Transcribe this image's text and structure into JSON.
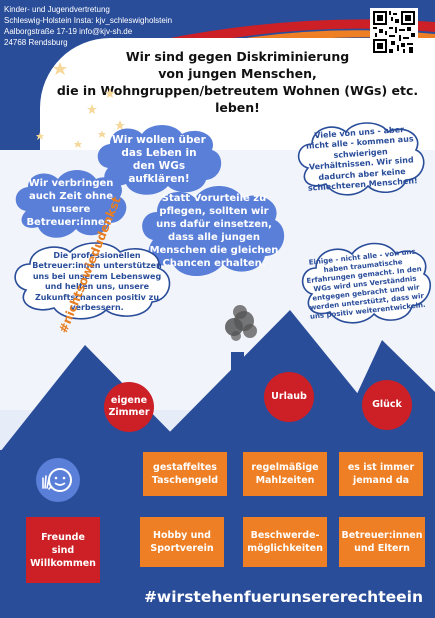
{
  "org": {
    "line1": "Kinder- und Jugendvertretung",
    "line2": "Schleswig-Holstein    Insta: kjv_schleswigholstein",
    "line3": "Aalborgstraße 17-19 info@kjv-sh.de",
    "line4": "24768 Rendsburg"
  },
  "title": {
    "line1": "Wir sind gegen Diskriminierung",
    "line2": "von jungen Menschen,",
    "line3": "die in Wohngruppen/betreutem Wohnen (WGs) etc. leben!"
  },
  "clouds": {
    "aufklaeren": "Wir wollen über das Leben in den WGs aufklären!",
    "zeit": "Wir verbringen auch Zeit ohne unsere Betreuer:innen.",
    "verhaeltnisse": "Viele von uns - aber nicht alle - kommen aus schwierigen Verhältnissen. Wir sind dadurch aber keine schlechteren Menschen!",
    "vorurteile": "Statt Vorurteile zu pflegen, sollten wir uns dafür einsetzen, dass alle jungen Menschen die gleichen Chancen erhalten.",
    "betreuer": "Die professionellen Betreuer:innen unterstützen uns bei unserem Lebensweg und helfen uns, unsere Zukunftschancen positiv zu verbessern.",
    "erfahrungen": "Einige - nicht alle - von uns haben traumatische Erfahrungen gemacht. In den WGs wird uns Verständnis entgegen gebracht und wir werden unterstützt, dass wir uns positiv weiterentwickeln."
  },
  "roof_circles": [
    "eigene Zimmer",
    "Urlaub",
    "Glück"
  ],
  "hashtag_vertical": "#nichtsowiedudenkst",
  "windows": [
    "gestaffeltes Taschengeld",
    "regelmäßige Mahlzeiten",
    "es ist immer jemand da",
    "Freunde sind Willkommen",
    "Hobby und Sportverein",
    "Beschwerde-möglichkeiten",
    "Betreuer:innen und Eltern"
  ],
  "hashtag_bottom": "#wirstehenfuerunsererechteein",
  "colors": {
    "blue": "#2a4d9a",
    "light_blue": "#5a7fd8",
    "red": "#cc1f26",
    "orange": "#ee7f24",
    "moon": "#f6d99a"
  },
  "icons": [
    "qr-code",
    "moon",
    "stars",
    "smiley-waving",
    "smoke"
  ]
}
